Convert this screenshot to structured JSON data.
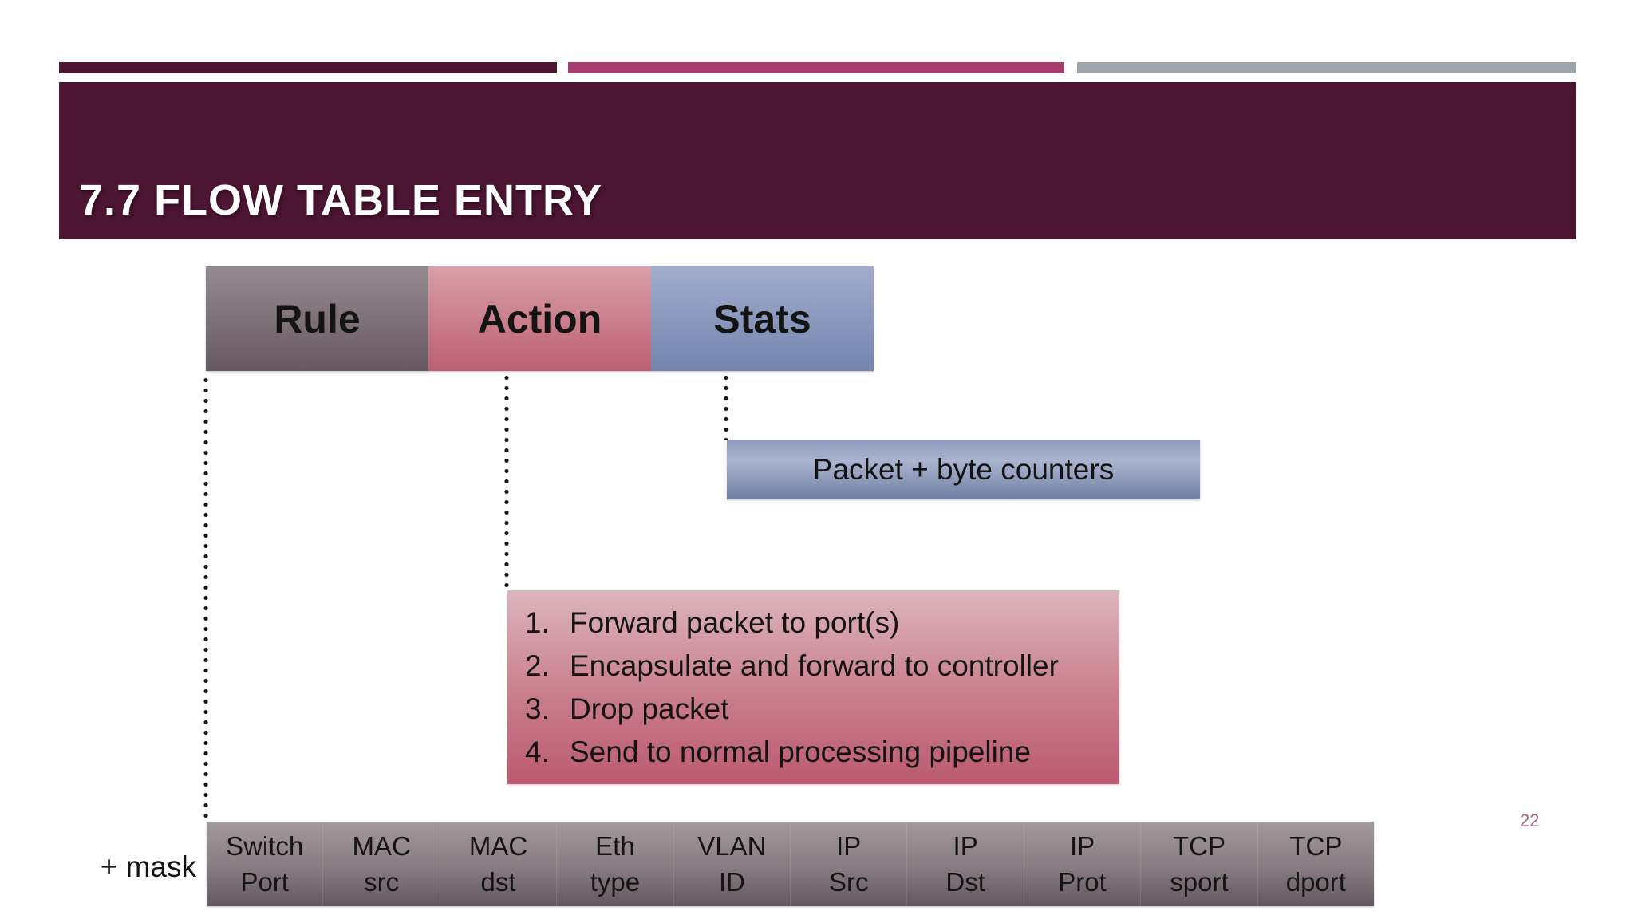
{
  "slide": {
    "title_banner": {
      "title": "7.7 FLOW TABLE ENTRY",
      "background_color": "#4c1532",
      "text_color": "#ffffff"
    },
    "decorative_bars": {
      "bar1_color": "#4c1532",
      "bar2_color": "#a33e6f",
      "bar3_color": "#9ca5a9"
    },
    "flow_entry_header": {
      "segments": [
        {
          "label": "Rule",
          "color_top": "#968b90",
          "color_bottom": "#665a60"
        },
        {
          "label": "Action",
          "color_top": "#d8a0aa",
          "color_bottom": "#bd5f73"
        },
        {
          "label": "Stats",
          "color_top": "#a2adcd",
          "color_bottom": "#7484ae"
        }
      ]
    },
    "stats_callout": {
      "label": "Packet + byte counters",
      "color_top": "#8f9cbe",
      "color_bottom": "#6f7fa2"
    },
    "action_callout": {
      "items": [
        {
          "num": "1.",
          "text": "Forward packet to port(s)"
        },
        {
          "num": "2.",
          "text": "Encapsulate and forward to controller"
        },
        {
          "num": "3.",
          "text": "Drop packet"
        },
        {
          "num": "4.",
          "text": "Send to normal processing pipeline"
        }
      ],
      "color_top": "#dcb5be",
      "color_bottom": "#bb5a70"
    },
    "match_fields": {
      "mask_label": "+ mask",
      "color_top": "#a39a9e",
      "color_bottom": "#645860",
      "fields": [
        {
          "line1": "Switch",
          "line2": "Port"
        },
        {
          "line1": "MAC",
          "line2": "src"
        },
        {
          "line1": "MAC",
          "line2": "dst"
        },
        {
          "line1": "Eth",
          "line2": "type"
        },
        {
          "line1": "VLAN",
          "line2": "ID"
        },
        {
          "line1": "IP",
          "line2": "Src"
        },
        {
          "line1": "IP",
          "line2": "Dst"
        },
        {
          "line1": "IP",
          "line2": "Prot"
        },
        {
          "line1": "TCP",
          "line2": "sport"
        },
        {
          "line1": "TCP",
          "line2": "dport"
        }
      ]
    },
    "page_number": "22"
  }
}
